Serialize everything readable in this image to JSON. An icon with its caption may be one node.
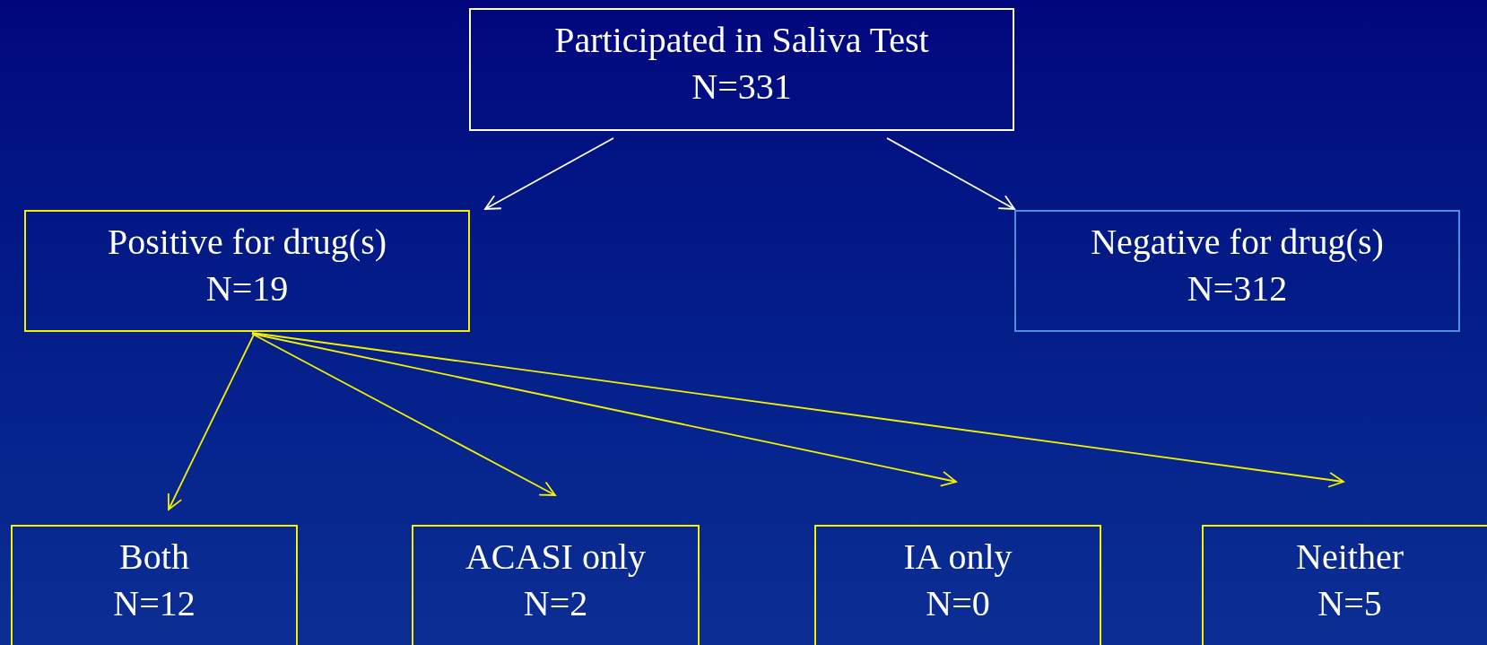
{
  "diagram": {
    "nodes": [
      {
        "text": [
          "Participated in Saliva Test",
          "N=331"
        ]
      },
      {
        "text": [
          "Positive for drug(s)",
          "N=19"
        ]
      },
      {
        "text": [
          "Negative for drug(s)",
          "N=312"
        ]
      },
      {
        "text": [
          "Both",
          "N=12"
        ]
      },
      {
        "text": [
          "ACASI only",
          "N=2"
        ]
      },
      {
        "text": [
          "IA only",
          "N=0"
        ]
      },
      {
        "text": [
          "Neither",
          "N=5"
        ]
      }
    ],
    "edges": [
      {
        "from": 0,
        "to": 1,
        "arrow": "to",
        "color": "#ffffff"
      },
      {
        "from": 0,
        "to": 2,
        "arrow": "to",
        "color": "#ffffff"
      },
      {
        "from": 1,
        "to": 3,
        "arrow": "to"
      },
      {
        "from": 1,
        "to": 4,
        "arrow": "to"
      },
      {
        "from": 1,
        "to": 5,
        "arrow": "to"
      },
      {
        "from": 1,
        "to": 6,
        "arrow": "to"
      }
    ]
  }
}
